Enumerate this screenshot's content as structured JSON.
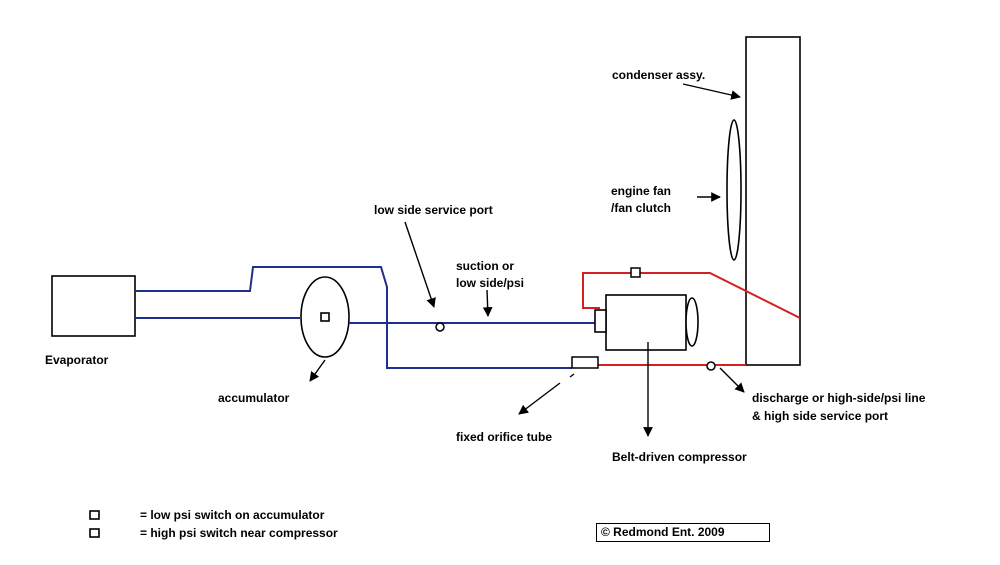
{
  "labels": {
    "condenser": "condenser assy.",
    "engine_fan_1": "engine fan",
    "engine_fan_2": "/fan clutch",
    "low_side_port": "low side service port",
    "suction_1": "suction or",
    "suction_2": "low side/psi",
    "evaporator": "Evaporator",
    "accumulator": "accumulator",
    "fixed_orifice": "fixed orifice tube",
    "compressor": "Belt-driven compressor",
    "discharge_1": "discharge or high-side/psi line",
    "discharge_2": "& high side service port"
  },
  "legend": {
    "items": [
      {
        "symbol": "square-outline",
        "text": "= low psi switch on accumulator"
      },
      {
        "symbol": "square-outline",
        "text": "= high psi switch near compressor"
      }
    ]
  },
  "copyright": "© Redmond Ent. 2009",
  "colors": {
    "low_side_line": "#1f2f8c",
    "high_side_line": "#d42020",
    "outline": "#000000",
    "background": "#ffffff"
  }
}
